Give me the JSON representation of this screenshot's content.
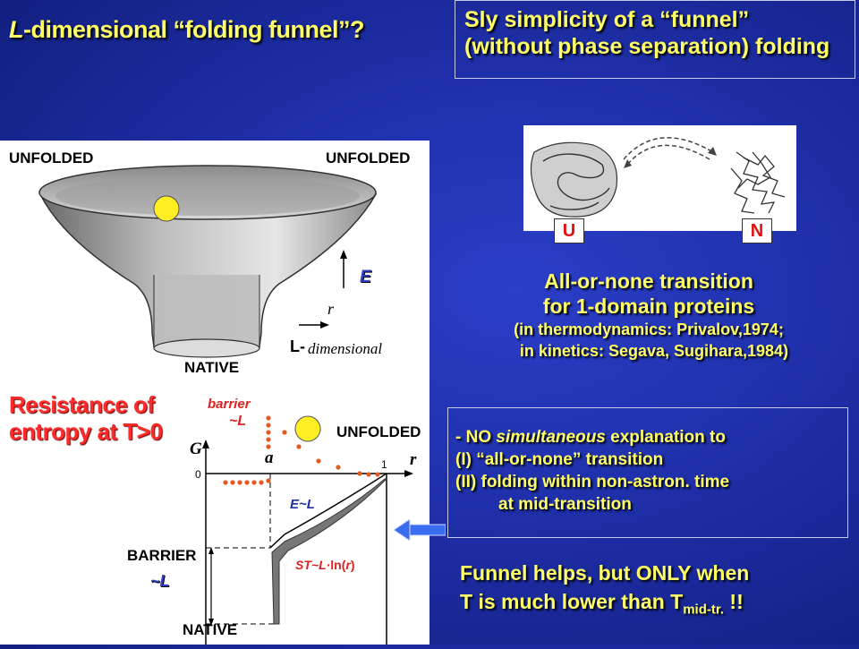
{
  "title": {
    "letter": "L",
    "rest": "-dimensional “folding funnel”?"
  },
  "top_box": {
    "line1": "Sly simplicity of a “funnel”",
    "line2": "(without phase separation) folding"
  },
  "funnel": {
    "unfolded_left": "UNFOLDED",
    "unfolded_right": "UNFOLDED",
    "native": "NATIVE",
    "e_label": "E",
    "r_label": "r",
    "l_label": "L-",
    "dim_label": "dimensional"
  },
  "states": {
    "u": "U",
    "n": "N"
  },
  "all_or_none": {
    "line1": "All-or-none transition",
    "line2": "for 1-domain proteins",
    "line3": "(in thermodynamics: Privalov,1974;",
    "line4": "in kinetics: Segava, Sugihara,1984)"
  },
  "no_box": {
    "line1_pre": "- NO ",
    "line1_em": "simultaneous",
    "line1_post": " explanation to",
    "line2": "(I)  “all-or-none” transition",
    "line3": "(II) folding within non-astron. time",
    "line4": "at mid-transition"
  },
  "resistance": {
    "line1": "Resistance of",
    "line2": "entropy at T>0"
  },
  "profile": {
    "barrier_top": "barrier",
    "barrier_top_l": "~L",
    "unfolded": "UNFOLDED",
    "g_label": "G",
    "zero": "0",
    "one": "1",
    "a_label": "a",
    "r_label": "r",
    "e_l": "E~L",
    "st_l_pre": "ST~L",
    "st_l_dot": "·",
    "st_l_ln": "ln(",
    "st_l_r": "r",
    "st_l_close": ")",
    "barrier_label": "BARRIER",
    "barrier_l": "~L",
    "native": "NATIVE"
  },
  "funnel_note": {
    "line1": "Funnel helps, but ONLY when",
    "line2_pre": "T is much lower than T",
    "line2_sub": "mid-tr.",
    "line2_post": " !!"
  },
  "colors": {
    "accent_yellow": "#ffff66",
    "accent_red": "#ff2a2a",
    "ball": "#ffee22",
    "dots": "#e05a20",
    "arrow": "#3a6cf0"
  }
}
